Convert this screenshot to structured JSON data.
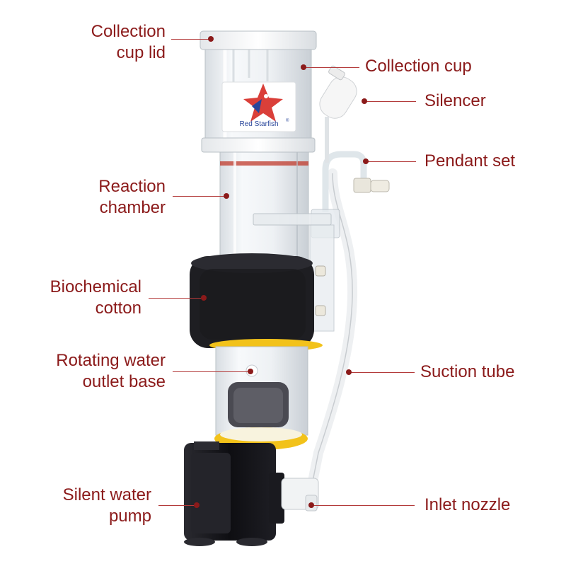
{
  "brand": {
    "name": "Red Starfish",
    "mark": "®"
  },
  "colors": {
    "label": "#8b1a1a",
    "leader": "#b33a3a",
    "foam": "#1e1e22",
    "ring": "#f2c21a",
    "pump": "#111114"
  },
  "callouts": {
    "collection_cup_lid": [
      "Collection",
      "cup lid"
    ],
    "collection_cup": "Collection cup",
    "silencer": "Silencer",
    "pendant_set": "Pendant set",
    "reaction_chamber": [
      "Reaction",
      "chamber"
    ],
    "biochemical_cotton": [
      "Biochemical",
      "cotton"
    ],
    "rotating_water_outlet_base": [
      "Rotating water",
      "outlet base"
    ],
    "suction_tube": "Suction tube",
    "silent_water_pump": [
      "Silent water",
      "pump"
    ],
    "inlet_nozzle": "Inlet nozzle"
  }
}
